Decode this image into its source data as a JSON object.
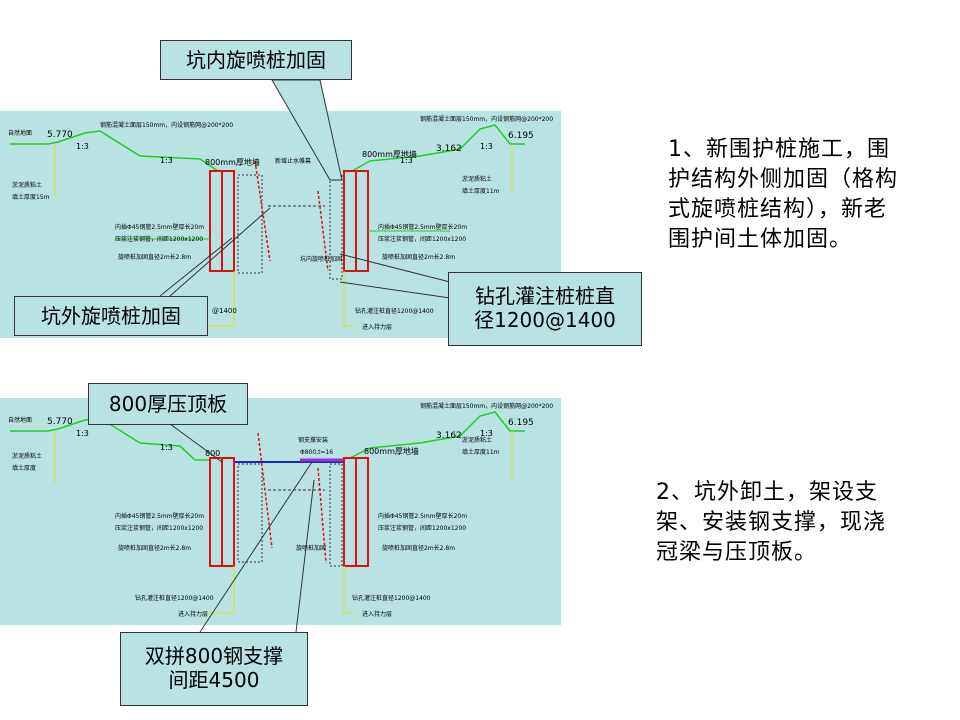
{
  "callouts": {
    "inner_jet_grout": "坑内旋喷桩加固",
    "outer_jet_grout": "坑外旋喷桩加固",
    "bored_pile_line1": "钻孔灌注桩桩直",
    "bored_pile_line2": "径1200@1400",
    "top_slab": "800厚压顶板",
    "steel_strut_line1": "双拼800钢支撑",
    "steel_strut_line2": "间距4500"
  },
  "steps": {
    "step1": [
      "1、新围护桩施工，围",
      "护结构外侧加固（格构",
      "式旋喷桩结构），新老",
      "围护间土体加固。"
    ],
    "step2": [
      "2、坑外卸土，架设支",
      "架、安装钢支撑，现浇",
      "冠梁与压顶板。"
    ]
  },
  "drawing1": {
    "elev_left": "5.770",
    "elev_right": "6.195",
    "elev_mid": "3.162",
    "slope_a": "1:3",
    "slope_b": "1:3",
    "slope_c": "1:3",
    "slope_d": "1:3",
    "wall_left": "800mm厚地墙",
    "wall_right": "800mm厚地墙",
    "note_top_left": "钢筋混凝土面层150mm，内设钢筋网@200*200",
    "note_top_right": "钢筋混凝土面层150mm，内设钢筋网@200*200",
    "note_left_top": "自然地面",
    "note_left_soil1": "淤泥质粘土",
    "note_left_soil2": "填土厚度15m",
    "note_right_soil1": "淤泥质粘土",
    "note_right_soil2": "填土厚度11m",
    "note_pipe_left1": "内插Φ45钢管2.5mm壁厚长20m",
    "note_pipe_left2": "压浆注浆钢管，间距1200x1200",
    "note_pipe_right1": "内插Φ45钢管2.5mm壁厚长20m",
    "note_pipe_right2": "压浆注浆钢管，间距1200x1200",
    "note_jet_left": "旋喷桩加固直径2m长2.8m",
    "note_jet_right": "旋喷桩加固直径2m长2.8m",
    "note_mid_top": "新增止水帷幕",
    "note_mid_bottom": "坑内旋喷桩加固",
    "note_bottom_left": "@1400",
    "note_bottom_right1": "钻孔灌注桩直径1200@1400",
    "note_bottom_right2": "进入持力层"
  },
  "drawing2": {
    "elev_left": "5.770",
    "elev_right": "6.195",
    "elev_mid": "3.162",
    "slope_a": "1:3",
    "slope_b": "1:3",
    "slope_c": "1:3",
    "wall_left": "800",
    "wall_right": "800mm厚地墙",
    "note_top_right": "钢筋混凝土面层150mm，内设钢筋网@200*200",
    "note_strut1": "钢支撑安装",
    "note_strut2": "Φ800,t=16",
    "note_left_top": "自然地面",
    "note_left_soil1": "淤泥质粘土",
    "note_left_soil2": "填土厚度",
    "note_right_soil1": "淤泥质粘土",
    "note_right_soil2": "填土厚度11m",
    "note_pipe_left1": "内插Φ45钢管2.5mm壁厚长20m",
    "note_pipe_left2": "压浆注浆钢管，间距1200x1200",
    "note_pipe_right1": "内插Φ45钢管2.5mm壁厚长20m",
    "note_pipe_right2": "压浆注浆钢管，间距1200x1200",
    "note_jet_left": "旋喷桩加固直径2m长2.8m",
    "note_jet_right": "旋喷桩加固直径2m长2.8m",
    "note_mid": "旋喷桩加固",
    "note_bottom_left1": "钻孔灌注桩直径1200@1400",
    "note_bottom_left2": "进入持力层",
    "note_bottom_right1": "钻孔灌注桩直径1200@1400",
    "note_bottom_right2": "进入持力层"
  },
  "colors": {
    "panel": "#b9e3e3",
    "soil_line": "#22cc22",
    "pile_red": "#dd1111",
    "guide_yellow": "#dddd22",
    "strut_blue": "#2222cc",
    "strut_purple": "#9933cc"
  }
}
